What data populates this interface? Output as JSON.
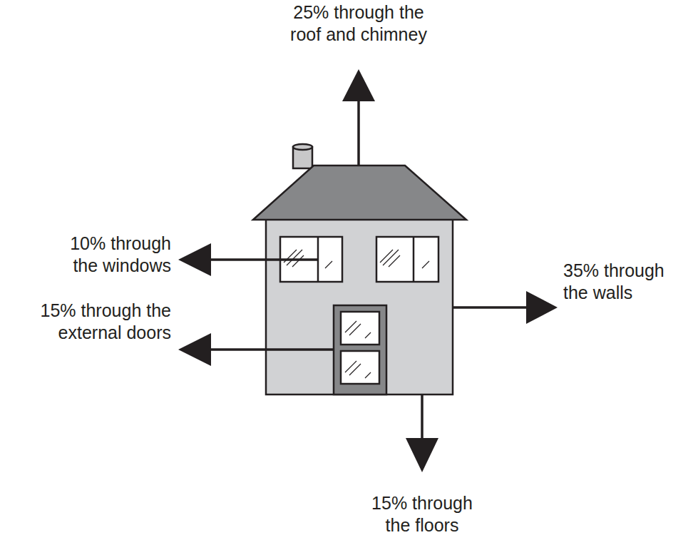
{
  "diagram": {
    "labels": [
      "25% through the roof and chimney",
      "10% through the windows",
      "15% through the external doors",
      "35% through the walls",
      "15% through the floors"
    ]
  }
}
